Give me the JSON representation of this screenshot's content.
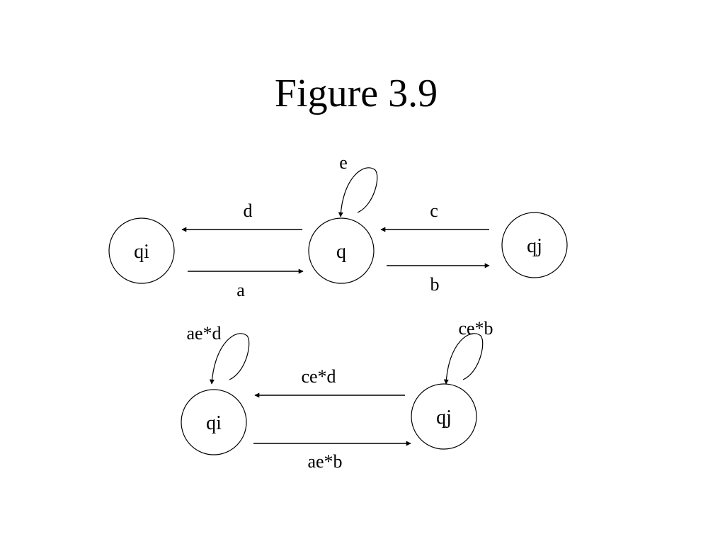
{
  "title": "Figure 3.9",
  "top_diagram": {
    "states": {
      "qi": "qi",
      "q": "q",
      "qj": "qj"
    },
    "edges": {
      "q_to_qi": "d",
      "qi_to_q": "a",
      "qj_to_q": "c",
      "q_to_qj": "b",
      "q_self": "e"
    }
  },
  "bottom_diagram": {
    "states": {
      "qi": "qi",
      "qj": "qj"
    },
    "edges": {
      "qi_self": "ae*d",
      "qj_self": "ce*b",
      "qj_to_qi": "ce*d",
      "qi_to_qj": "ae*b"
    }
  }
}
